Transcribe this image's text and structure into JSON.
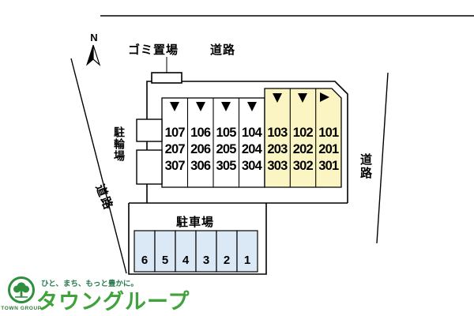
{
  "plan": {
    "north_label": "N",
    "garbage_label": "ゴミ置場",
    "road_top_label": "道路",
    "road_right_label": "道路",
    "road_left_label": "道路",
    "bicycle_parking_label": "駐輪場",
    "parking_lot_label": "駐車場",
    "building": {
      "floors": [
        {
          "units": [
            "107",
            "106",
            "105",
            "104",
            "103",
            "102",
            "101"
          ]
        },
        {
          "units": [
            "207",
            "206",
            "205",
            "204",
            "203",
            "202",
            "201"
          ]
        },
        {
          "units": [
            "307",
            "306",
            "305",
            "304",
            "303",
            "302",
            "301"
          ]
        }
      ]
    },
    "parking_spaces": [
      "6",
      "5",
      "4",
      "3",
      "2",
      "1"
    ],
    "colors": {
      "unit_yellow": "#faf5c3",
      "parking_blue": "#dbe9f6",
      "logo_green": "#2f8f3c",
      "brand_green": "#3fa23b"
    }
  },
  "footer": {
    "tagline": "ひと、まち、もっと豊かに。",
    "brand": "タウングループ",
    "logo_caption": "TOWN GROUP"
  }
}
